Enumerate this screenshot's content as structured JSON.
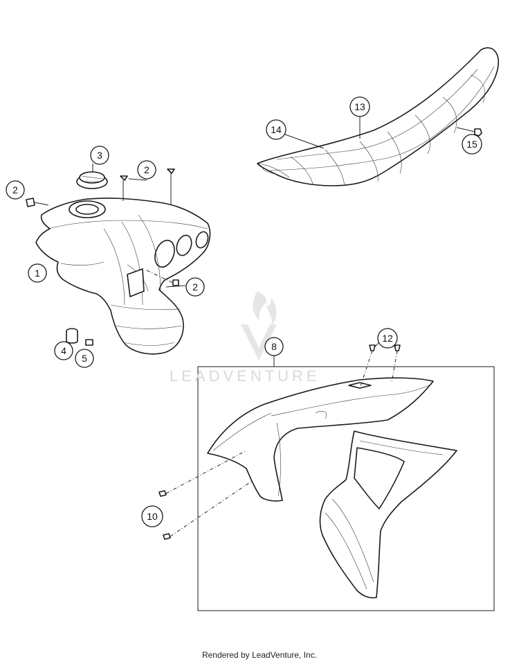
{
  "callouts": [
    {
      "id": "c1",
      "label": "1"
    },
    {
      "id": "c2a",
      "label": "2"
    },
    {
      "id": "c2b",
      "label": "2"
    },
    {
      "id": "c2c",
      "label": "2"
    },
    {
      "id": "c2d",
      "label": "2"
    },
    {
      "id": "c3",
      "label": "3"
    },
    {
      "id": "c4",
      "label": "4"
    },
    {
      "id": "c5",
      "label": "5"
    },
    {
      "id": "c8",
      "label": "8"
    },
    {
      "id": "c10",
      "label": "10"
    },
    {
      "id": "c12",
      "label": "12"
    },
    {
      "id": "c13",
      "label": "13"
    },
    {
      "id": "c14",
      "label": "14"
    },
    {
      "id": "c15",
      "label": "15"
    }
  ],
  "watermark": "LEADVENTURE",
  "footer": "Rendered by LeadVenture, Inc."
}
